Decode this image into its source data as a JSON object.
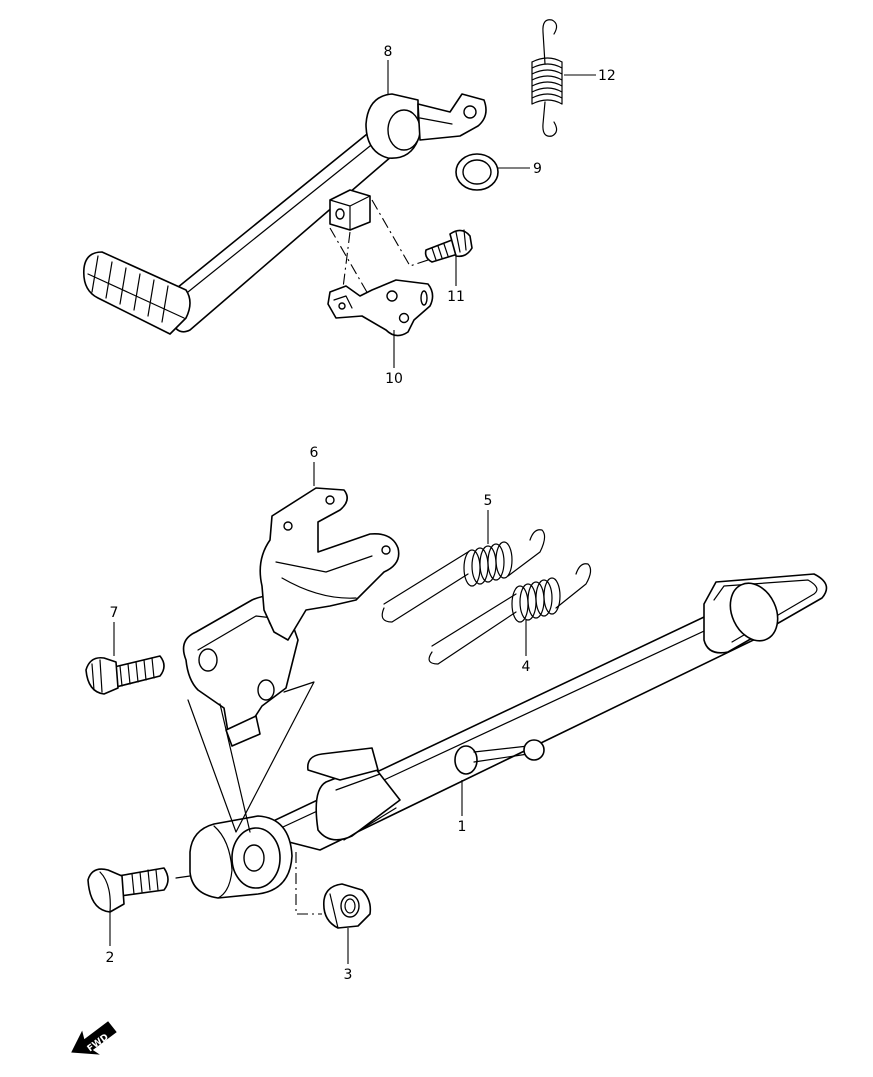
{
  "parts": [
    {
      "id": "part-1",
      "label": "1"
    },
    {
      "id": "part-2",
      "label": "2"
    },
    {
      "id": "part-3",
      "label": "3"
    },
    {
      "id": "part-4",
      "label": "4"
    },
    {
      "id": "part-5",
      "label": "5"
    },
    {
      "id": "part-6",
      "label": "6"
    },
    {
      "id": "part-7",
      "label": "7"
    },
    {
      "id": "part-8",
      "label": "8"
    },
    {
      "id": "part-9",
      "label": "9"
    },
    {
      "id": "part-10",
      "label": "10"
    },
    {
      "id": "part-11",
      "label": "11"
    },
    {
      "id": "part-12",
      "label": "12"
    }
  ],
  "fwd_badge": {
    "text": "FWD"
  },
  "colors": {
    "line": "#000000",
    "background": "#ffffff"
  }
}
